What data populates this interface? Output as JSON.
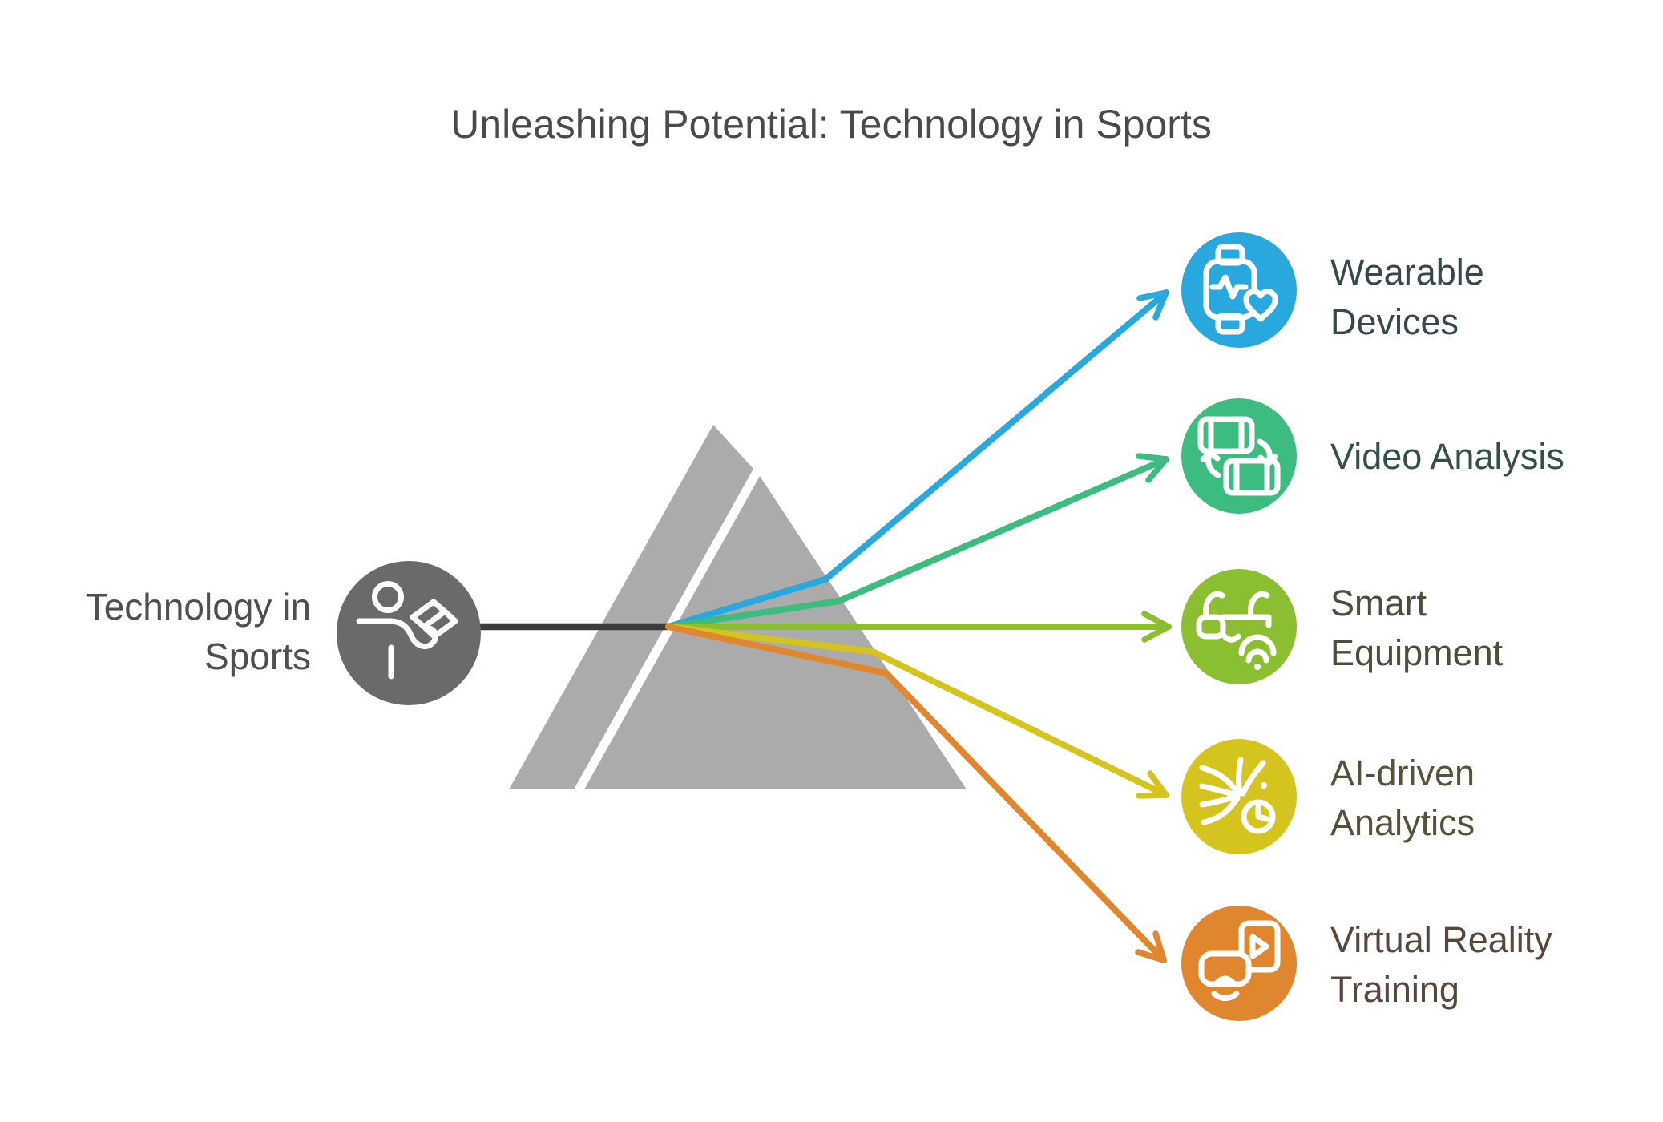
{
  "title": {
    "text": "Unleashing Potential: Technology in Sports",
    "color": "#4A4A4A"
  },
  "prism": {
    "color": "#ABABAB"
  },
  "source": {
    "label": "Technology in Sports",
    "label_lines": [
      "Technology in",
      "Sports"
    ],
    "label_color": "#4F4F4F",
    "circle_color": "#6A6A6A",
    "beam_color": "#3C3C3C",
    "icon": "person-reading-icon"
  },
  "branches": [
    {
      "label": "Wearable Devices",
      "label_lines": [
        "Wearable",
        "Devices"
      ],
      "color": "#29A8DE",
      "label_color": "#37474F",
      "icon": "smartwatch-heart-icon"
    },
    {
      "label": "Video Analysis",
      "label_lines": [
        "Video Analysis",
        ""
      ],
      "color": "#3CBC7F",
      "label_color": "#33504A",
      "icon": "video-frames-sync-icon"
    },
    {
      "label": "Smart Equipment",
      "label_lines": [
        "Smart",
        "Equipment"
      ],
      "color": "#8CBE31",
      "label_color": "#48503A",
      "icon": "smart-glasses-icon"
    },
    {
      "label": "AI-driven Analytics",
      "label_lines": [
        "AI-driven",
        "Analytics"
      ],
      "color": "#D6C41E",
      "label_color": "#555239",
      "icon": "flow-clock-icon"
    },
    {
      "label": "Virtual Reality Training",
      "label_lines": [
        "Virtual Reality",
        "Training"
      ],
      "color": "#E0862F",
      "label_color": "#58463A",
      "icon": "vr-headset-play-icon"
    }
  ]
}
